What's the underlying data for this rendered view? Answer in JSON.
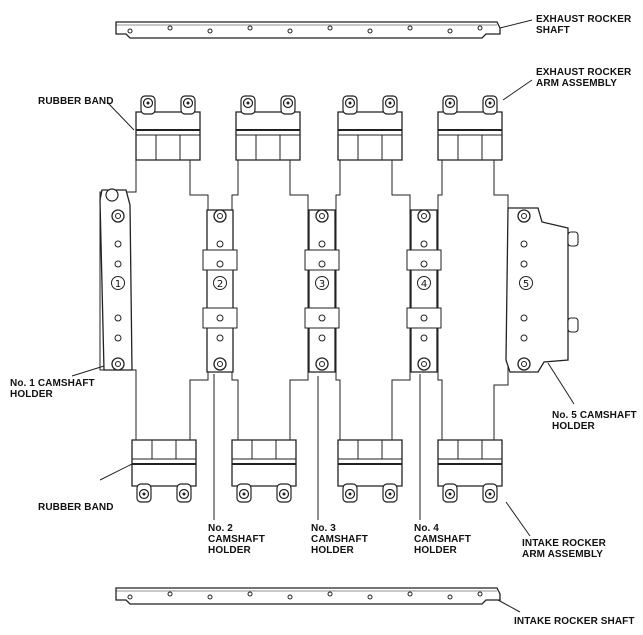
{
  "labels": {
    "exhaust_rocker_shaft": [
      "EXHAUST ROCKER",
      "SHAFT"
    ],
    "exhaust_rocker_arm_assembly": [
      "EXHAUST ROCKER",
      "ARM ASSEMBLY"
    ],
    "rubber_band_top": "RUBBER BAND",
    "rubber_band_bottom": "RUBBER BAND",
    "camshaft_holder_1": [
      "No. 1 CAMSHAFT",
      "HOLDER"
    ],
    "camshaft_holder_2": [
      "No. 2",
      "CAMSHAFT",
      "HOLDER"
    ],
    "camshaft_holder_3": [
      "No. 3",
      "CAMSHAFT",
      "HOLDER"
    ],
    "camshaft_holder_4": [
      "No. 4",
      "CAMSHAFT",
      "HOLDER"
    ],
    "camshaft_holder_5": [
      "No. 5 CAMSHAFT",
      "HOLDER"
    ],
    "intake_rocker_arm_assembly": [
      "INTAKE ROCKER",
      "ARM ASSEMBLY"
    ],
    "intake_rocker_shaft": "INTAKE ROCKER SHAFT"
  },
  "holder_numbers": [
    "1",
    "2",
    "3",
    "4",
    "5"
  ]
}
